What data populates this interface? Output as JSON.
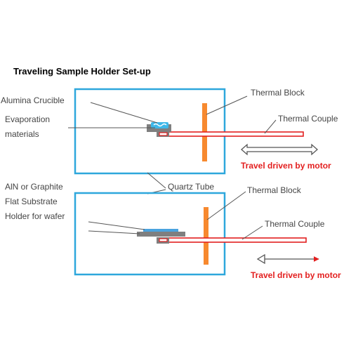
{
  "title": "Traveling Sample Holder  Set-up",
  "labels": {
    "alumina_crucible": "Alumina Crucible",
    "evaporation_line1": "Evaporation",
    "evaporation_line2": "materials",
    "thermal_block_top": "Thermal Block",
    "thermal_couple_top": "Thermal Couple",
    "travel_top": "Travel driven by motor",
    "quartz_tube": "Quartz Tube",
    "aln_graphite": "AlN or Graphite",
    "flat_substrate": "Flat Substrate",
    "holder_for_wafer": "Holder for wafer",
    "thermal_block_bottom": "Thermal Block",
    "thermal_couple_bottom": "Thermal Couple",
    "travel_bottom": "Travel driven by motor"
  },
  "colors": {
    "tube_border": "#2ea7dc",
    "thermal_block": "#f7892f",
    "thermocouple": "#e31f1f",
    "holder_gray": "#7f7f7f",
    "crucible_blue": "#3fb7e8",
    "substrate_blue": "#4aa3df",
    "label_text": "#444444",
    "motor_text": "#e31f1f"
  }
}
